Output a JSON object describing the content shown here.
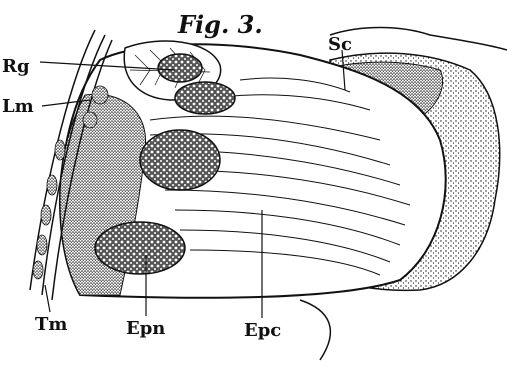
{
  "figure": {
    "title": "Fig. 3.",
    "labels": {
      "rg": "Rg",
      "lm": "Lm",
      "sc": "Sc",
      "tm": "Tm",
      "epn": "Epn",
      "epc": "Epc"
    }
  },
  "colors": {
    "ink": "#111111",
    "paper": "#ffffff"
  }
}
